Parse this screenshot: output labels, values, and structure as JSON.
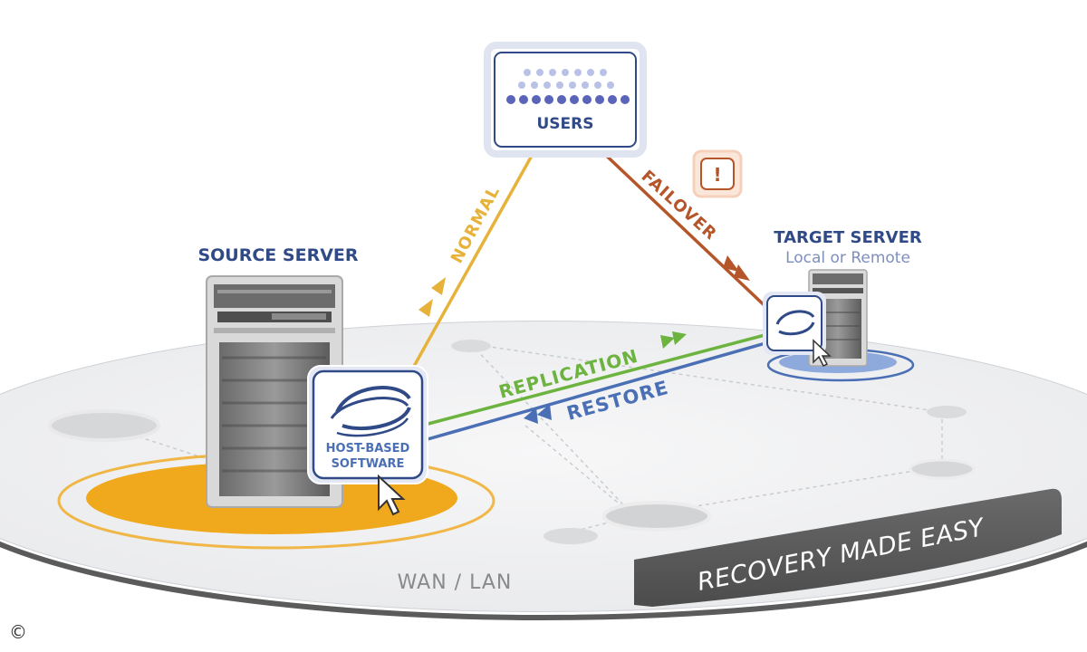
{
  "users": {
    "label": "USERS"
  },
  "source": {
    "title": "SOURCE SERVER",
    "software_line1": "HOST-BASED",
    "software_line2": "SOFTWARE"
  },
  "target": {
    "title": "TARGET SERVER",
    "subtitle": "Local or Remote"
  },
  "links": {
    "normal": "NORMAL",
    "failover": "FAILOVER",
    "replication": "REPLICATION",
    "restore": "RESTORE"
  },
  "alert": {
    "symbol": "!"
  },
  "network": {
    "label": "WAN / LAN"
  },
  "banner": {
    "text": "RECOVERY MADE EASY"
  },
  "copyright": {
    "symbol": "©"
  },
  "colors": {
    "navy": "#2f4a86",
    "normal": "#e6b23a",
    "failover": "#b5562a",
    "replication": "#6db33f",
    "restore": "#4a6fb5",
    "source_ring": "#f0a81c",
    "banner": "#5a5a5a"
  }
}
